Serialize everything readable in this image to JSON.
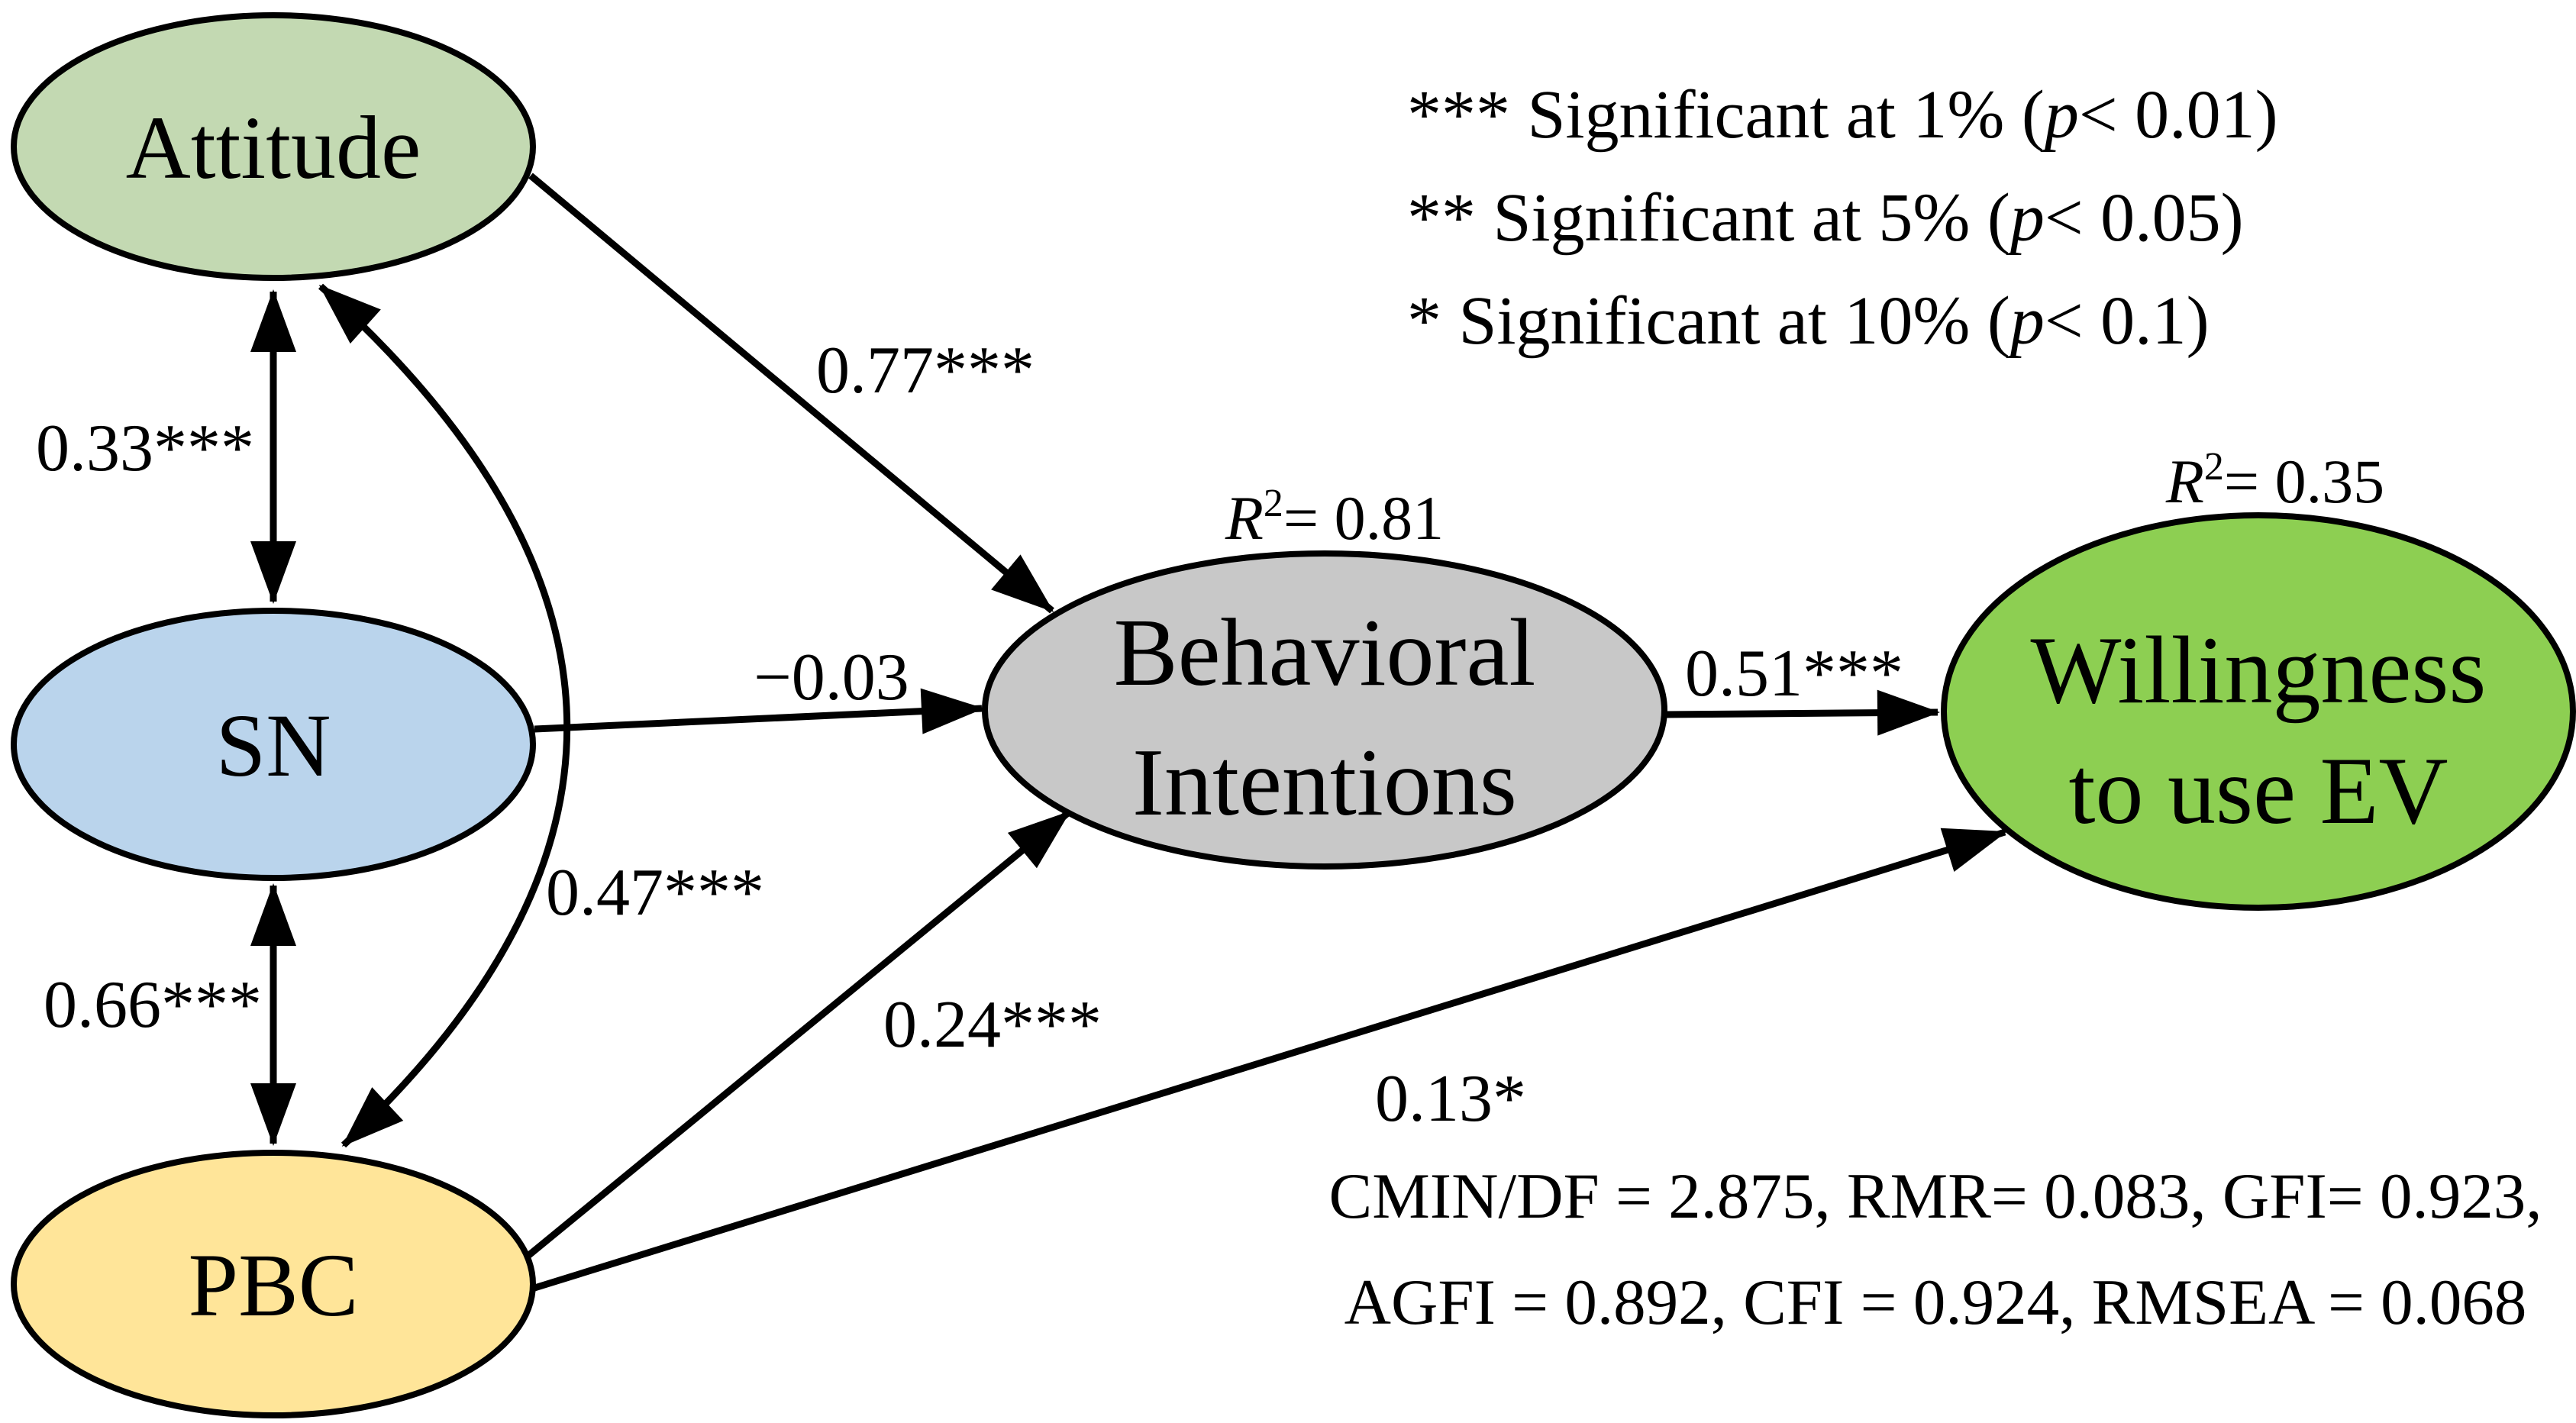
{
  "figure": {
    "description": "SEM path diagram of theory of planned behavior predicting willingness to use EV",
    "colors": {
      "attitude_fill": "#c3d9b2",
      "sn_fill": "#bad4ec",
      "pbc_fill": "#ffe599",
      "behavioral_intentions_fill": "#c8c8c8",
      "willingness_fill": "#8dcf52",
      "stroke": "#000000",
      "background": "#ffffff"
    },
    "nodes": {
      "attitude": {
        "label": "Attitude",
        "fill": "#c3d9b2"
      },
      "sn": {
        "label": "SN",
        "fill": "#bad4ec"
      },
      "pbc": {
        "label": "PBC",
        "fill": "#ffe599"
      },
      "behavioral_intentions": {
        "line1": "Behavioral",
        "line2": "Intentions",
        "fill": "#c8c8c8",
        "r2": {
          "symbol": "R",
          "sup": "2",
          "value": "= 0.81"
        }
      },
      "willingness_ev": {
        "line1": "Willingness",
        "line2": "to use EV",
        "fill": "#8dcf52",
        "r2": {
          "symbol": "R",
          "sup": "2",
          "value": "= 0.35"
        }
      }
    },
    "coefficients": {
      "attitude_sn": "0.33***",
      "sn_pbc": "0.66***",
      "attitude_pbc": "0.47***",
      "attitude_bi": "0.77***",
      "sn_bi": "−0.03",
      "pbc_bi": "0.24***",
      "pbc_ev": "0.13*",
      "bi_ev": "0.51***"
    },
    "legend": {
      "items": [
        {
          "pre": "*** Significant at 1% (",
          "p": "p",
          "post": "< 0.01)"
        },
        {
          "pre": "** Significant at 5% (",
          "p": "p",
          "post": "< 0.05)"
        },
        {
          "pre": "* Significant at 10% (",
          "p": "p",
          "post": "< 0.1)"
        }
      ]
    },
    "fit_statistics": {
      "line1": "CMIN/DF = 2.875, RMR= 0.083, GFI= 0.923,",
      "line2": "AGFI = 0.892, CFI = 0.924, RMSEA = 0.068"
    }
  }
}
